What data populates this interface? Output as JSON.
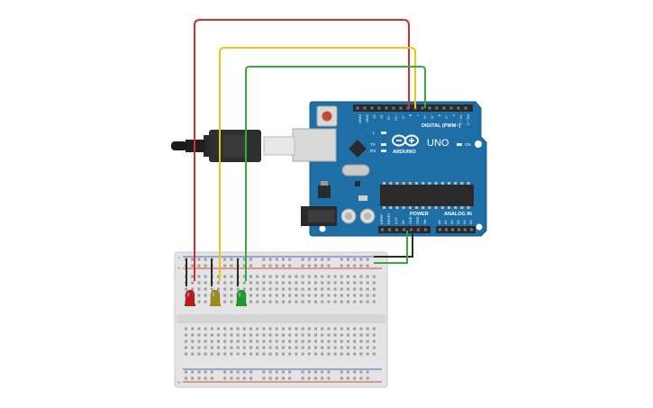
{
  "board": {
    "name": "ARDUINO",
    "model": "UNO",
    "digital_header": "DIGITAL (PWM~)",
    "power_header": "POWER",
    "analog_header": "ANALOG IN",
    "on_label": "ON",
    "tx_label": "TX",
    "rx_label": "RX",
    "l_label": "L",
    "digital_pins": [
      "AREF",
      "GND",
      "13",
      "12",
      "~11",
      "~10",
      "~9",
      "8",
      "7",
      "~6",
      "~5",
      "4",
      "~3",
      "2",
      "TX→1",
      "RX←0"
    ],
    "power_pins": [
      "IOREF",
      "RESET",
      "3.3V",
      "5V",
      "GND",
      "GND",
      "Vin"
    ],
    "analog_pins": [
      "A0",
      "A1",
      "A2",
      "A3",
      "A4",
      "A5"
    ]
  },
  "leds": [
    {
      "name": "red-led",
      "color": "#b51f1f"
    },
    {
      "name": "yellow-led",
      "color": "#9c8a1c"
    },
    {
      "name": "green-led",
      "color": "#1f9a2c"
    }
  ],
  "wires": [
    {
      "name": "red-wire",
      "color": "#d32f2f"
    },
    {
      "name": "yellow-wire",
      "color": "#e6c619"
    },
    {
      "name": "green-wire",
      "color": "#3aa83a"
    },
    {
      "name": "ground-wire",
      "color": "#2b2b2b"
    }
  ],
  "colors": {
    "board": "#1d6fa5",
    "board_edge": "#135a8a",
    "breadboard": "#e4e4e4",
    "rail_red": "#d54545",
    "rail_blue": "#3a6bc4"
  }
}
